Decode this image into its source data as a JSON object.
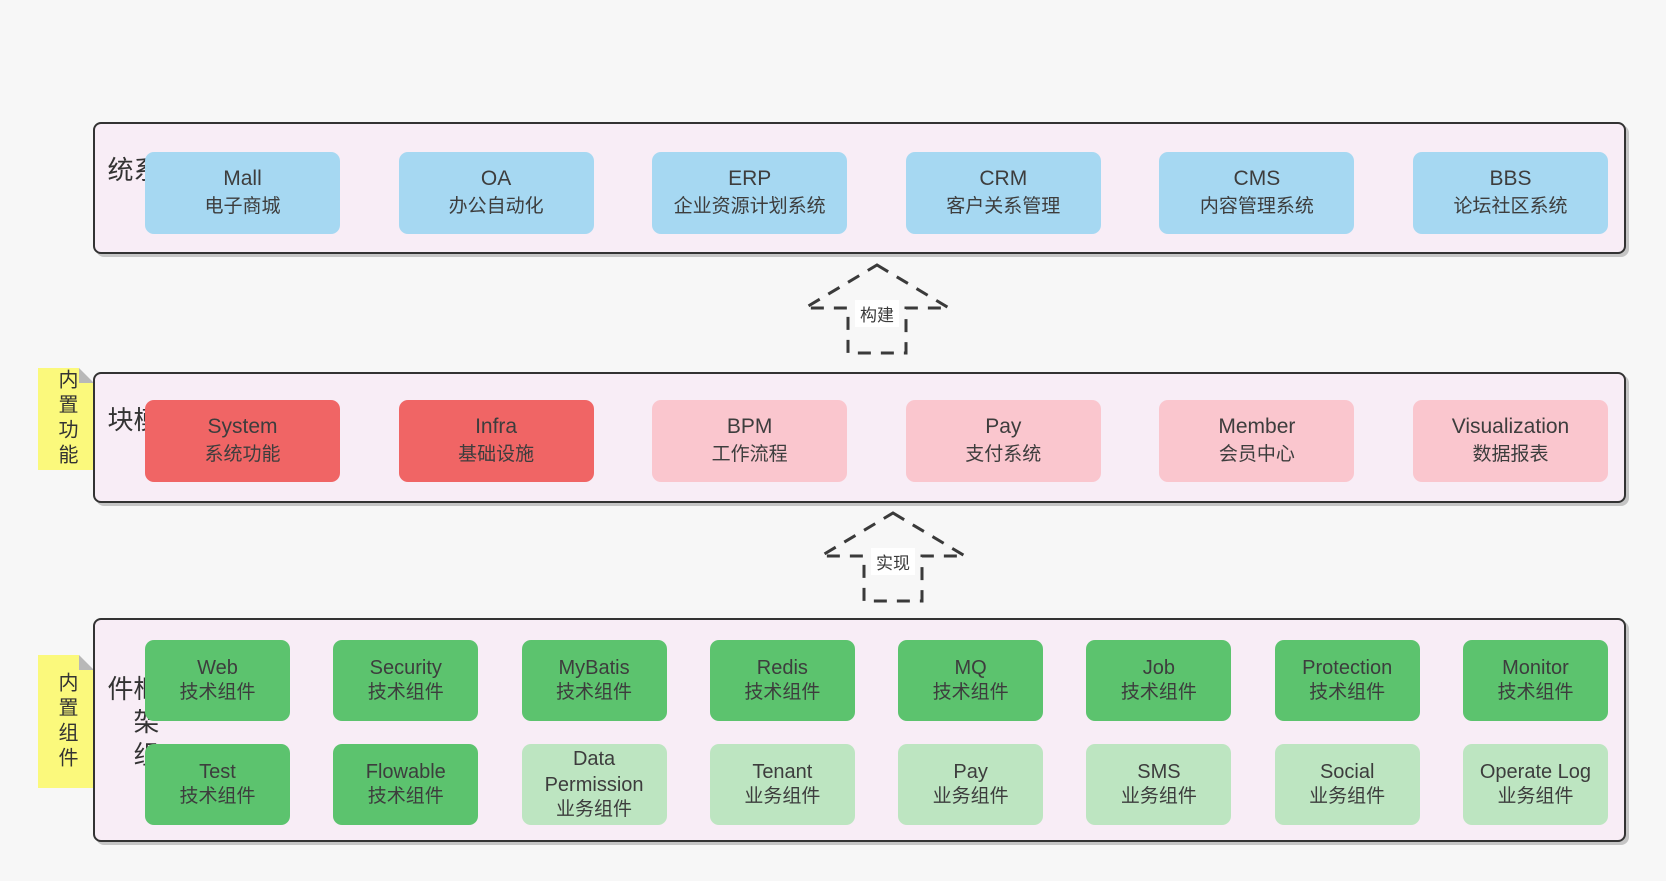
{
  "theme": {
    "page_bg": "#f7f7f7",
    "band_bg": "#f8edf6",
    "border": "#333333",
    "text": "#3d3d3d",
    "blue": "#a6d8f2",
    "red": "#f06565",
    "pink": "#fac6ce",
    "green": "#5cc36e",
    "light_green": "#bde5c1",
    "sticky_yellow": "#fbf97c",
    "sticky_fold": "#b8b8b8"
  },
  "arrows": {
    "build": "构建",
    "implement": "实现"
  },
  "bands": {
    "business": {
      "label": "业务系统",
      "boxes": [
        {
          "title": "Mall",
          "sub": "电子商城",
          "variant": "blue"
        },
        {
          "title": "OA",
          "sub": "办公自动化",
          "variant": "blue"
        },
        {
          "title": "ERP",
          "sub": "企业资源计划系统",
          "variant": "blue"
        },
        {
          "title": "CRM",
          "sub": "客户关系管理",
          "variant": "blue"
        },
        {
          "title": "CMS",
          "sub": "内容管理系统",
          "variant": "blue"
        },
        {
          "title": "BBS",
          "sub": "论坛社区系统",
          "variant": "blue"
        }
      ]
    },
    "modules": {
      "label": "通用模块",
      "sticky": "内置功能",
      "boxes": [
        {
          "title": "System",
          "sub": "系统功能",
          "variant": "red"
        },
        {
          "title": "Infra",
          "sub": "基础设施",
          "variant": "red"
        },
        {
          "title": "BPM",
          "sub": "工作流程",
          "variant": "pink"
        },
        {
          "title": "Pay",
          "sub": "支付系统",
          "variant": "pink"
        },
        {
          "title": "Member",
          "sub": "会员中心",
          "variant": "pink"
        },
        {
          "title": "Visualization",
          "sub": "数据报表",
          "variant": "pink"
        }
      ]
    },
    "components": {
      "label": "框架组件",
      "sticky": "内置组件",
      "rows": [
        [
          {
            "title": "Web",
            "sub": "技术组件",
            "variant": "green"
          },
          {
            "title": "Security",
            "sub": "技术组件",
            "variant": "green"
          },
          {
            "title": "MyBatis",
            "sub": "技术组件",
            "variant": "green"
          },
          {
            "title": "Redis",
            "sub": "技术组件",
            "variant": "green"
          },
          {
            "title": "MQ",
            "sub": "技术组件",
            "variant": "green"
          },
          {
            "title": "Job",
            "sub": "技术组件",
            "variant": "green"
          },
          {
            "title": "Protection",
            "sub": "技术组件",
            "variant": "green"
          },
          {
            "title": "Monitor",
            "sub": "技术组件",
            "variant": "green"
          }
        ],
        [
          {
            "title": "Test",
            "sub": "技术组件",
            "variant": "green"
          },
          {
            "title": "Flowable",
            "sub": "技术组件",
            "variant": "green"
          },
          {
            "title": "Data Permission",
            "sub": "业务组件",
            "variant": "lightgreen"
          },
          {
            "title": "Tenant",
            "sub": "业务组件",
            "variant": "lightgreen"
          },
          {
            "title": "Pay",
            "sub": "业务组件",
            "variant": "lightgreen"
          },
          {
            "title": "SMS",
            "sub": "业务组件",
            "variant": "lightgreen"
          },
          {
            "title": "Social",
            "sub": "业务组件",
            "variant": "lightgreen"
          },
          {
            "title": "Operate Log",
            "sub": "业务组件",
            "variant": "lightgreen"
          }
        ]
      ]
    }
  }
}
